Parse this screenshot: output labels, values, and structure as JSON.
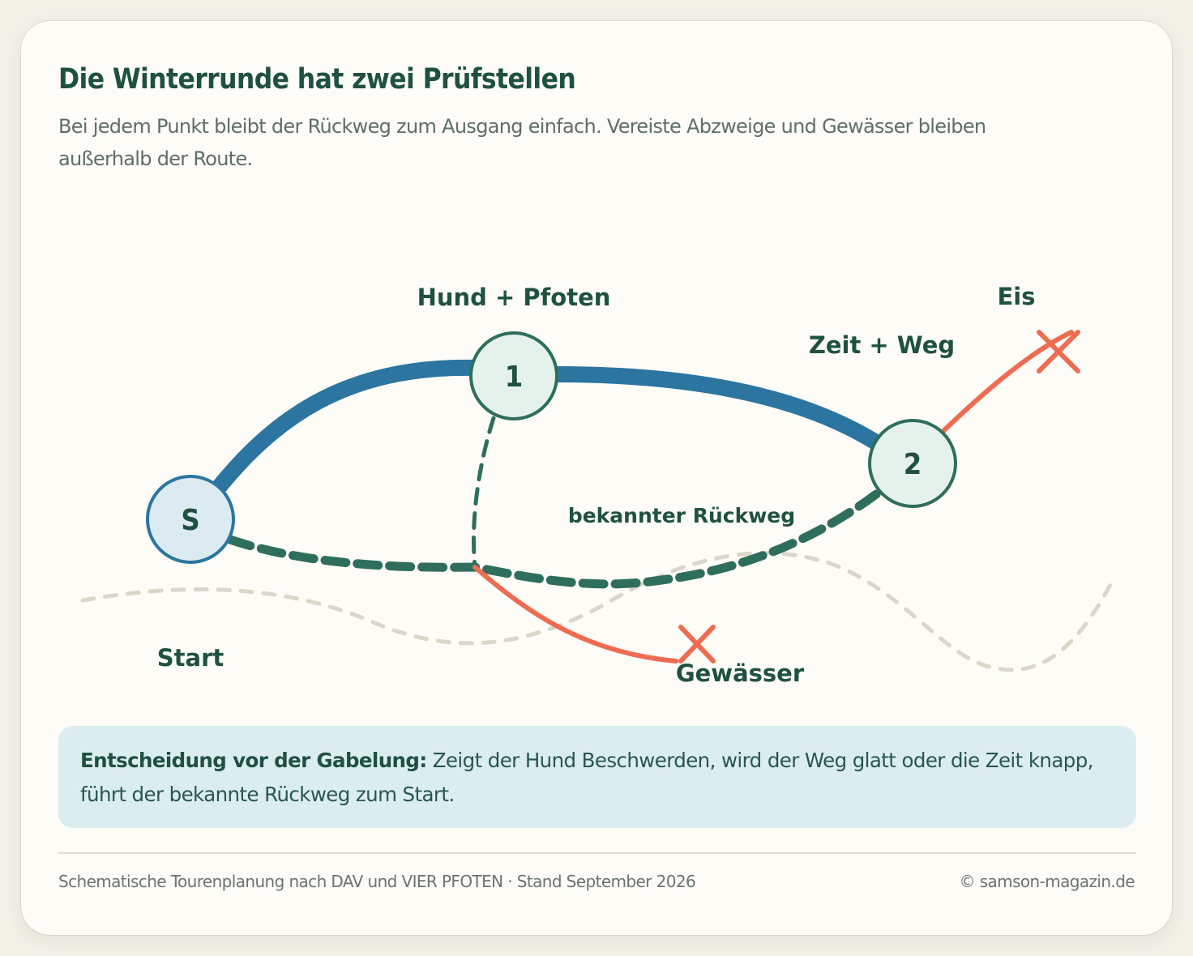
{
  "title": "Die Winterrunde hat zwei Prüfstellen",
  "subtitle": "Bei jedem Punkt bleibt der Rückweg zum Ausgang einfach. Vereiste Abzweige und Gewässer bleiben außerhalb der Route.",
  "diagram": {
    "nodes": {
      "start": {
        "symbol": "S",
        "label": "Start"
      },
      "check1": {
        "symbol": "1",
        "label": "Hund + Pfoten"
      },
      "check2": {
        "symbol": "2",
        "label": "Zeit + Weg"
      }
    },
    "hazards": {
      "ice": {
        "label": "Eis"
      },
      "water": {
        "label": "Gewässer"
      }
    },
    "return_path_label": "bekannter Rückweg",
    "colors": {
      "route": "#2c75a0",
      "return_path": "#2f6e5c",
      "hazard": "#ee6c52",
      "terrain": "#dad6ca",
      "node_fill": "#e5f2ec",
      "start_fill": "#dcebf2",
      "text": "#1f5141"
    }
  },
  "callout": {
    "lead": "Entscheidung vor der Gabelung:",
    "text": "Zeigt der Hund Beschwerden, wird der Weg glatt oder die Zeit knapp, führt der bekannte Rückweg zum Start."
  },
  "footer": {
    "source": "Schematische Tourenplanung nach DAV und VIER PFOTEN · Stand September 2026",
    "copyright": "© samson-magazin.de"
  }
}
